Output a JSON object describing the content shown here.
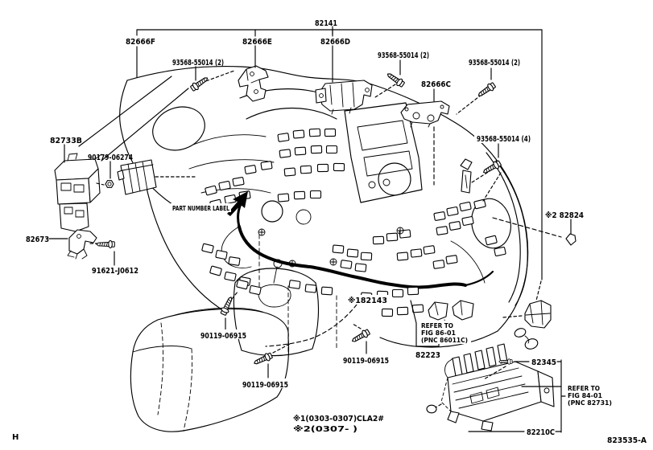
{
  "figure": {
    "figure_code": "823535-A",
    "corner_mark": "H",
    "notes": {
      "line1": "※1(0303-0307)CLA2#",
      "line2": "※2(0307-      )"
    },
    "annotation": {
      "part_number_label": "PART NUMBER LABEL"
    }
  },
  "labels": {
    "l82141": "82141",
    "l82666F": "82666F",
    "l82666E": "82666E",
    "l82666D": "82666D",
    "l82666C": "82666C",
    "screwA": "93568-55014 (2)",
    "screwB": "93568-55014 (2)",
    "screwC": "93568-55014 (2)",
    "screwD": "93568-55014 (4)",
    "l82733B": "82733B",
    "l90179": "90179-06274",
    "l82673": "82673",
    "l91621": "91621-J0612",
    "l82824": "※2 82824",
    "l82143": "※182143",
    "bolt1": "90119-06915",
    "bolt2": "90119-06915",
    "bolt3": "90119-06915",
    "l82223": "82223",
    "l82345": "82345",
    "l82210C": "82210C"
  },
  "refer86": {
    "line1": "REFER TO",
    "line2": "FIG 86-01",
    "line3": "(PNC 86011C)"
  },
  "refer84": {
    "line1": "REFER TO",
    "line2": "FIG 84-01",
    "line3": "(PNC 82731)"
  }
}
